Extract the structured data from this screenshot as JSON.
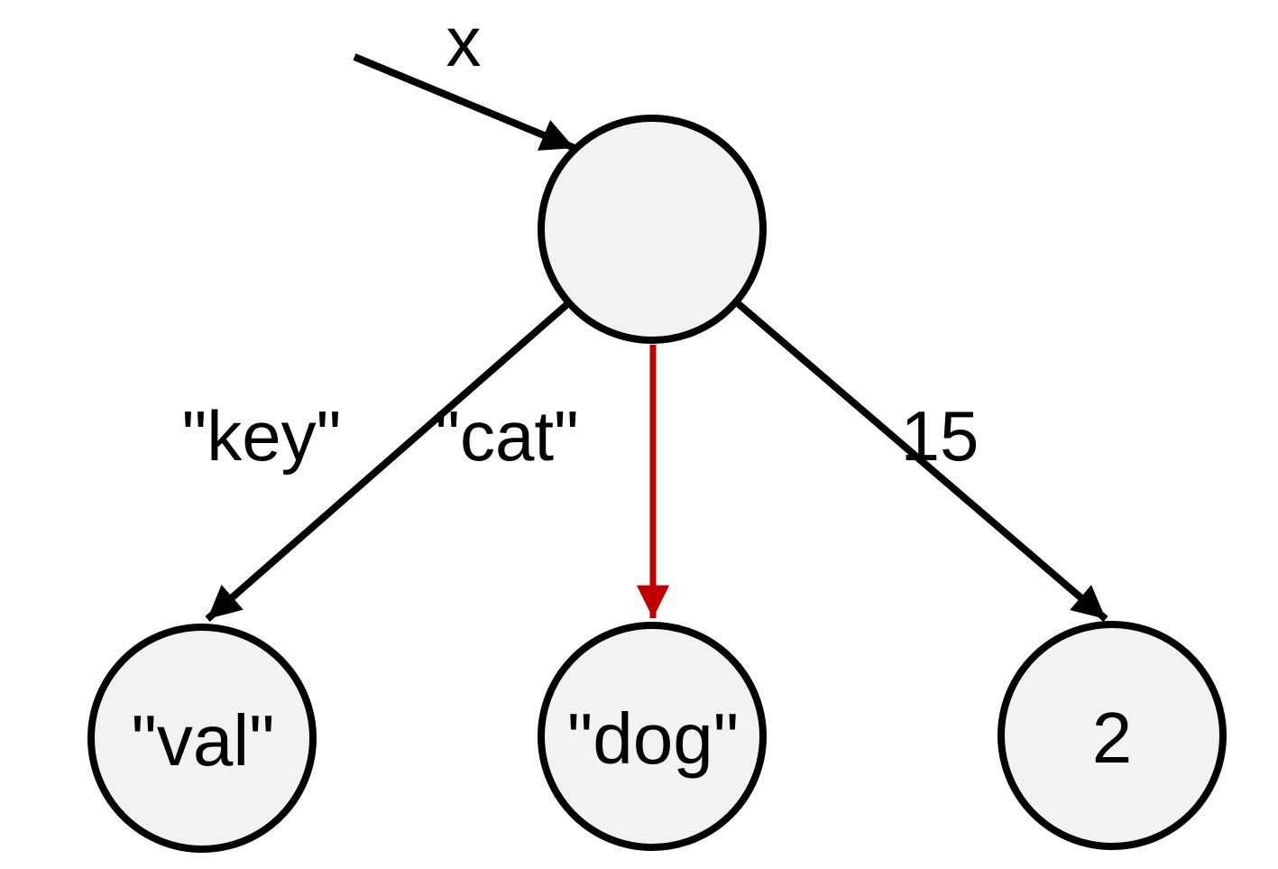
{
  "diagram": {
    "description": "dictionary-tree-diagram",
    "pointer": {
      "label": "x"
    },
    "nodes": {
      "root": {
        "label": ""
      },
      "left": {
        "label": "\"val\""
      },
      "middle": {
        "label": "\"dog\""
      },
      "right": {
        "label": "2"
      }
    },
    "edges": {
      "left": {
        "label": "\"key\""
      },
      "middle": {
        "label": "\"cat\""
      },
      "right": {
        "label": "15"
      }
    },
    "colors": {
      "node_fill": "#f2f2f2",
      "stroke": "#000000",
      "highlight": "#c00000",
      "background": "#ffffff"
    }
  }
}
